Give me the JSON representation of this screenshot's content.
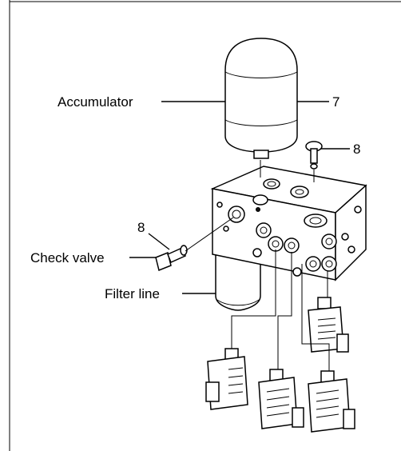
{
  "labels": {
    "accumulator": "Accumulator",
    "check_valve": "Check valve",
    "filter_line": "Filter line",
    "callout_7": "7",
    "callout_8_top": "8",
    "callout_8_left": "8"
  }
}
